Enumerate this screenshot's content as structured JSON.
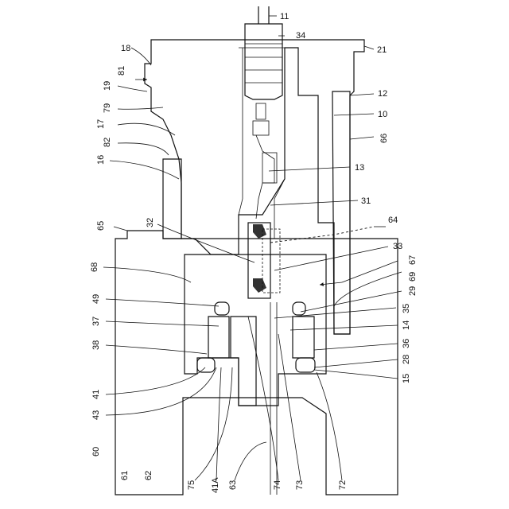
{
  "reference_numerals": [
    {
      "id": "n11",
      "text": "11"
    },
    {
      "id": "n34",
      "text": "34"
    },
    {
      "id": "n18",
      "text": "18"
    },
    {
      "id": "n21",
      "text": "21"
    },
    {
      "id": "n81",
      "text": "81"
    },
    {
      "id": "n19",
      "text": "19"
    },
    {
      "id": "n12",
      "text": "12"
    },
    {
      "id": "n79",
      "text": "79"
    },
    {
      "id": "n10",
      "text": "10"
    },
    {
      "id": "n17",
      "text": "17"
    },
    {
      "id": "n82",
      "text": "82"
    },
    {
      "id": "n66",
      "text": "66"
    },
    {
      "id": "n16",
      "text": "16"
    },
    {
      "id": "n13",
      "text": "13"
    },
    {
      "id": "n31",
      "text": "31"
    },
    {
      "id": "n65",
      "text": "65"
    },
    {
      "id": "n32",
      "text": "32"
    },
    {
      "id": "n64",
      "text": "64"
    },
    {
      "id": "n33",
      "text": "33"
    },
    {
      "id": "n68",
      "text": "68"
    },
    {
      "id": "n67",
      "text": "67"
    },
    {
      "id": "n69",
      "text": "69"
    },
    {
      "id": "n49",
      "text": "49"
    },
    {
      "id": "n29",
      "text": "29"
    },
    {
      "id": "n35",
      "text": "35"
    },
    {
      "id": "n37",
      "text": "37"
    },
    {
      "id": "n14",
      "text": "14"
    },
    {
      "id": "n38",
      "text": "38"
    },
    {
      "id": "n36",
      "text": "36"
    },
    {
      "id": "n28",
      "text": "28"
    },
    {
      "id": "n15",
      "text": "15"
    },
    {
      "id": "n41",
      "text": "41"
    },
    {
      "id": "n43",
      "text": "43"
    },
    {
      "id": "n60",
      "text": "60"
    },
    {
      "id": "n61",
      "text": "61"
    },
    {
      "id": "n62",
      "text": "62"
    },
    {
      "id": "n75",
      "text": "75"
    },
    {
      "id": "n41A",
      "text": "41A"
    },
    {
      "id": "n63",
      "text": "63"
    },
    {
      "id": "n74",
      "text": "74"
    },
    {
      "id": "n73",
      "text": "73"
    },
    {
      "id": "n72",
      "text": "72"
    }
  ]
}
